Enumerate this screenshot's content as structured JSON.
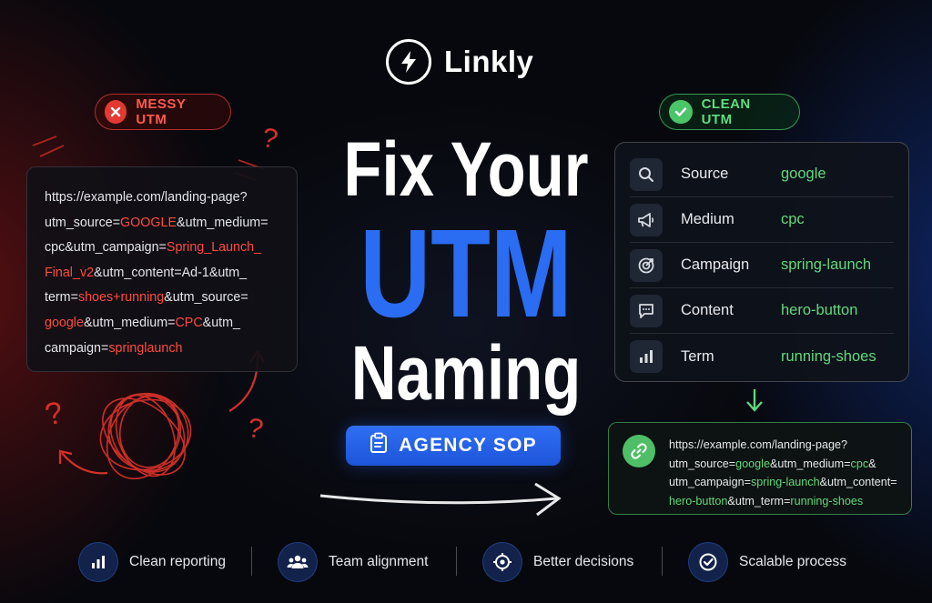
{
  "brand": {
    "name": "Linkly",
    "icon": "lightning-icon"
  },
  "messy": {
    "badge": "MESSY UTM",
    "url_segments": [
      {
        "text": "https://example.com/landing-page?",
        "hl": false
      },
      {
        "text": "utm_source=",
        "hl": false
      },
      {
        "text": "GOOGLE",
        "hl": true
      },
      {
        "text": "&utm_medium=",
        "hl": false
      },
      {
        "text": "cpc&utm_campaign=",
        "hl": false
      },
      {
        "text": "Spring_Launch_",
        "hl": true
      },
      {
        "text": "Final_v2",
        "hl": true
      },
      {
        "text": "&utm_content=Ad-1&utm_",
        "hl": false
      },
      {
        "text": "term=",
        "hl": false
      },
      {
        "text": "shoes+running",
        "hl": true
      },
      {
        "text": "&utm_source=",
        "hl": false
      },
      {
        "text": "google",
        "hl": true
      },
      {
        "text": "&utm_medium=",
        "hl": false
      },
      {
        "text": "CPC",
        "hl": true
      },
      {
        "text": "&utm_",
        "hl": false
      },
      {
        "text": "campaign=",
        "hl": false
      },
      {
        "text": "springlaunch",
        "hl": true
      }
    ],
    "question_mark": "?"
  },
  "title": {
    "line1": "Fix Your",
    "line2": "UTM",
    "line3": "Naming"
  },
  "agency": {
    "label": "AGENCY SOP",
    "icon": "clipboard-icon"
  },
  "clean": {
    "badge": "CLEAN UTM",
    "rows": [
      {
        "key": "Source",
        "value": "google",
        "icon": "search-icon"
      },
      {
        "key": "Medium",
        "value": "cpc",
        "icon": "megaphone-icon"
      },
      {
        "key": "Campaign",
        "value": "spring-launch",
        "icon": "target-icon"
      },
      {
        "key": "Content",
        "value": "hero-button",
        "icon": "chat-icon"
      },
      {
        "key": "Term",
        "value": "running-shoes",
        "icon": "bar-chart-icon"
      }
    ],
    "url_segments": [
      {
        "text": "https://example.com/landing-page?",
        "g": false
      },
      {
        "text": "utm_source=",
        "g": false
      },
      {
        "text": "google",
        "g": true
      },
      {
        "text": "&utm_medium=",
        "g": false
      },
      {
        "text": "cpc",
        "g": true
      },
      {
        "text": "&",
        "g": false
      },
      {
        "text": "utm_campaign=",
        "g": false
      },
      {
        "text": "spring-launch",
        "g": true
      },
      {
        "text": "&utm_content=",
        "g": false
      },
      {
        "text": "hero-button",
        "g": true
      },
      {
        "text": "&utm_term=",
        "g": false
      },
      {
        "text": "running-shoes",
        "g": true
      }
    ]
  },
  "features": [
    {
      "label": "Clean reporting",
      "icon": "bar-chart-icon"
    },
    {
      "label": "Team alignment",
      "icon": "team-icon"
    },
    {
      "label": "Better decisions",
      "icon": "target-icon"
    },
    {
      "label": "Scalable process",
      "icon": "check-circle-icon"
    }
  ],
  "colors": {
    "accent_blue": "#2a6cf2",
    "messy_red": "#ff4b3e",
    "clean_green": "#62d97b",
    "background": "#07080d"
  }
}
